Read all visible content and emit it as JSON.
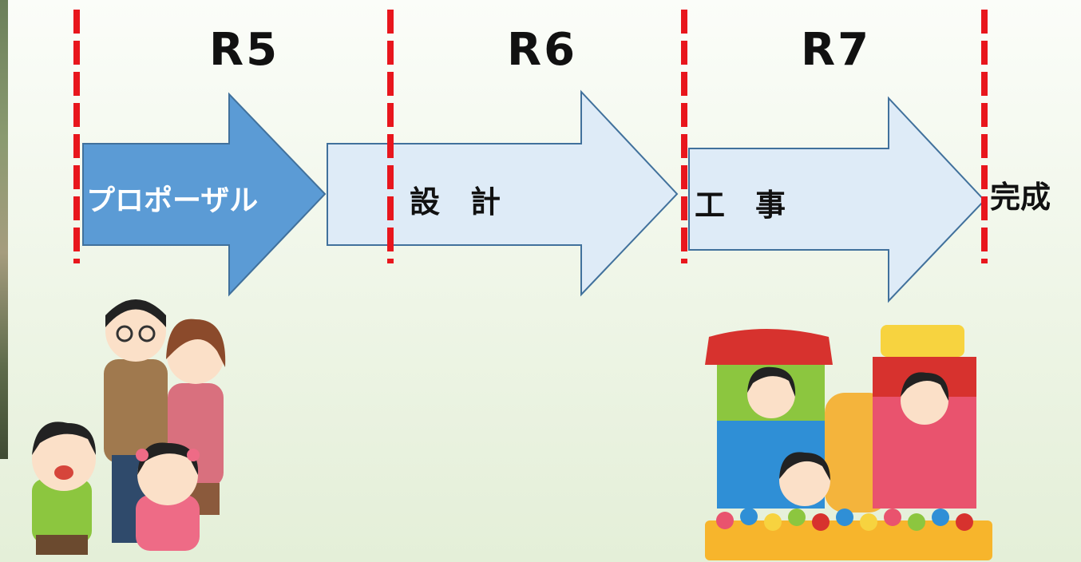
{
  "years": [
    "R5",
    "R6",
    "R7"
  ],
  "phases": [
    "プロポーザル",
    "設　計",
    "工　事"
  ],
  "completion": "完成",
  "colors": {
    "divider": "#e8161d",
    "arrow_primary": "#5b9bd5",
    "arrow_light": "#deebf7",
    "arrow_stroke": "#41719c"
  },
  "illustrations": {
    "left": "family-illustration",
    "right": "playground-children-illustration"
  }
}
